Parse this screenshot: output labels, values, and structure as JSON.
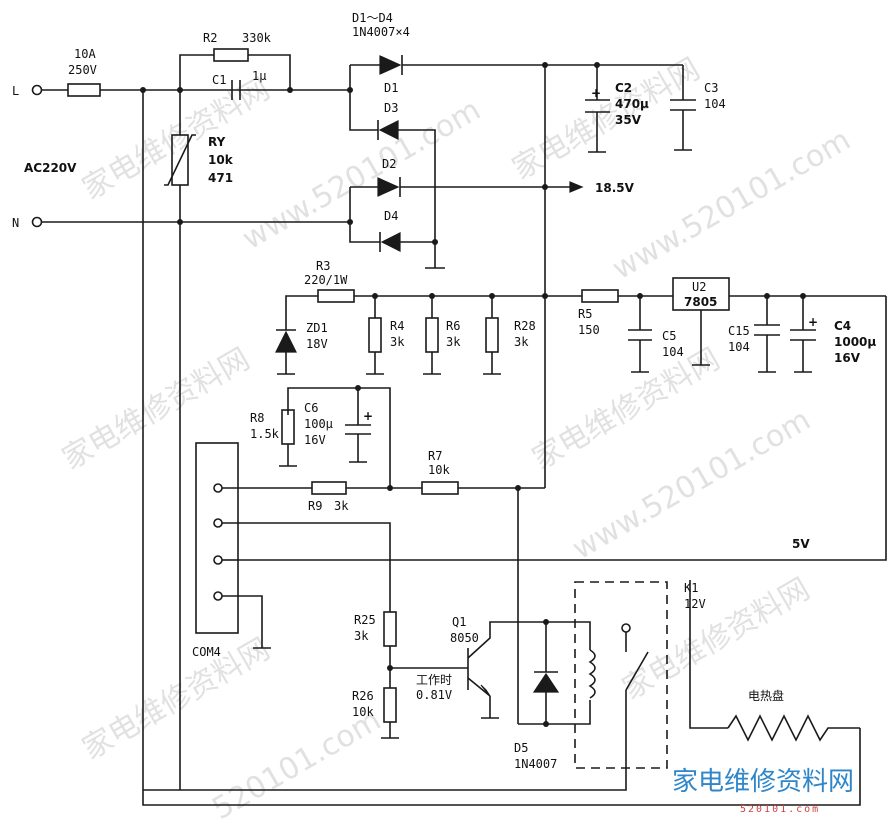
{
  "fuse": {
    "rating": "10A",
    "voltage": "250V"
  },
  "terminals": {
    "live": "L",
    "neutral": "N",
    "mains": "AC220V"
  },
  "varistor": {
    "name": "RY",
    "value": "10k",
    "code": "471"
  },
  "r2": {
    "name": "R2",
    "value": "330k"
  },
  "c1": {
    "name": "C1",
    "value": "1μ"
  },
  "bridge": {
    "range": "D1～D4",
    "part": "1N4007×4",
    "d1": "D1",
    "d2": "D2",
    "d3": "D3",
    "d4": "D4"
  },
  "c2": {
    "name": "C2",
    "value": "470μ",
    "voltage": "35V"
  },
  "c3": {
    "name": "C3",
    "value": "104"
  },
  "rail_185": "18.5V",
  "r3": {
    "name": "R3",
    "value": "220/1W"
  },
  "zd1": {
    "name": "ZD1",
    "value": "18V"
  },
  "r4": {
    "name": "R4",
    "value": "3k"
  },
  "r6": {
    "name": "R6",
    "value": "3k"
  },
  "r28": {
    "name": "R28",
    "value": "3k"
  },
  "r5": {
    "name": "R5",
    "value": "150"
  },
  "u2": {
    "name": "U2",
    "part": "7805"
  },
  "c5": {
    "name": "C5",
    "value": "104"
  },
  "c15": {
    "name": "C15",
    "value": "104"
  },
  "c4": {
    "name": "C4",
    "value": "1000μ",
    "voltage": "16V"
  },
  "r8": {
    "name": "R8",
    "value": "1.5k"
  },
  "c6": {
    "name": "C6",
    "value": "100μ",
    "voltage": "16V"
  },
  "r7": {
    "name": "R7",
    "value": "10k"
  },
  "r9": {
    "name": "R9",
    "value": "3k"
  },
  "rail_5v": "5V",
  "connector": "COM4",
  "r25": {
    "name": "R25",
    "value": "3k"
  },
  "r26": {
    "name": "R26",
    "value": "10k"
  },
  "q1": {
    "name": "Q1",
    "part": "8050"
  },
  "operating_note": "工作时",
  "operating_voltage": "0.81V",
  "d5": {
    "name": "D5",
    "part": "1N4007"
  },
  "k1": {
    "name": "K1",
    "value": "12V"
  },
  "heater": "电热盘",
  "watermark": {
    "site": "520101.com",
    "site_www": "www.520101.com",
    "name": "家电维修资料网",
    "url_small": "520101.com"
  }
}
